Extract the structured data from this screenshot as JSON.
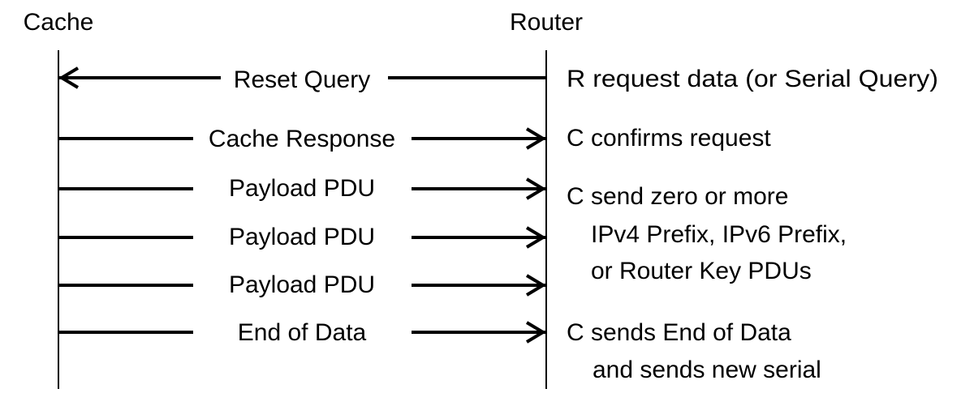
{
  "participants": {
    "cache": "Cache",
    "router": "Router"
  },
  "messages": [
    {
      "label": "Reset Query",
      "direction": "to-cache"
    },
    {
      "label": "Cache Response",
      "direction": "to-router"
    },
    {
      "label": "Payload PDU",
      "direction": "to-router"
    },
    {
      "label": "Payload PDU",
      "direction": "to-router"
    },
    {
      "label": "Payload PDU",
      "direction": "to-router"
    },
    {
      "label": "End of Data",
      "direction": "to-router"
    }
  ],
  "notes": [
    "R request data (or Serial Query)",
    "C confirms request",
    "C send zero or more",
    "IPv4 Prefix, IPv6 Prefix,",
    "or Router Key PDUs",
    "C sends End of Data",
    "and sends new serial"
  ]
}
